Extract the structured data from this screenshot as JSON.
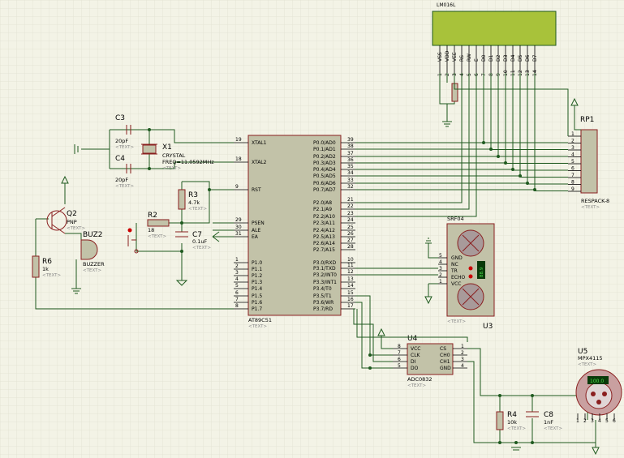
{
  "lcd": {
    "ref": "LM016L",
    "text_hint": "<TEXT>",
    "pins": [
      "VSS",
      "VDD",
      "VEE",
      "RS",
      "RW",
      "E",
      "D0",
      "D1",
      "D2",
      "D3",
      "D4",
      "D5",
      "D6",
      "D7"
    ],
    "pin_numbers": [
      "1",
      "2",
      "3",
      "4",
      "5",
      "6",
      "7",
      "8",
      "9",
      "10",
      "11",
      "12",
      "13",
      "14"
    ],
    "color": "#a8c23a"
  },
  "mcu": {
    "ref": "AT89C51",
    "text_hint": "<TEXT>",
    "left_pins": [
      {
        "num": "19",
        "name": "XTAL1"
      },
      {
        "num": "18",
        "name": "XTAL2"
      },
      {
        "num": "9",
        "name": "RST"
      },
      {
        "num": "29",
        "name": "PSEN"
      },
      {
        "num": "30",
        "name": "ALE"
      },
      {
        "num": "31",
        "name": "EA"
      },
      {
        "num": "1",
        "name": "P1.0"
      },
      {
        "num": "2",
        "name": "P1.1"
      },
      {
        "num": "3",
        "name": "P1.2"
      },
      {
        "num": "4",
        "name": "P1.3"
      },
      {
        "num": "5",
        "name": "P1.4"
      },
      {
        "num": "6",
        "name": "P1.5"
      },
      {
        "num": "7",
        "name": "P1.6"
      },
      {
        "num": "8",
        "name": "P1.7"
      }
    ],
    "right_pins": [
      {
        "num": "39",
        "name": "P0.0/AD0"
      },
      {
        "num": "38",
        "name": "P0.1/AD1"
      },
      {
        "num": "37",
        "name": "P0.2/AD2"
      },
      {
        "num": "36",
        "name": "P0.3/AD3"
      },
      {
        "num": "35",
        "name": "P0.4/AD4"
      },
      {
        "num": "34",
        "name": "P0.5/AD5"
      },
      {
        "num": "33",
        "name": "P0.6/AD6"
      },
      {
        "num": "32",
        "name": "P0.7/AD7"
      },
      {
        "num": "21",
        "name": "P2.0/A8"
      },
      {
        "num": "22",
        "name": "P2.1/A9"
      },
      {
        "num": "23",
        "name": "P2.2/A10"
      },
      {
        "num": "24",
        "name": "P2.3/A11"
      },
      {
        "num": "25",
        "name": "P2.4/A12"
      },
      {
        "num": "26",
        "name": "P2.5/A13"
      },
      {
        "num": "27",
        "name": "P2.6/A14"
      },
      {
        "num": "28",
        "name": "P2.7/A15"
      },
      {
        "num": "10",
        "name": "P3.0/RXD"
      },
      {
        "num": "11",
        "name": "P3.1/TXD"
      },
      {
        "num": "12",
        "name": "P3.2/INT0"
      },
      {
        "num": "13",
        "name": "P3.3/INT1"
      },
      {
        "num": "14",
        "name": "P3.4/T0"
      },
      {
        "num": "15",
        "name": "P3.5/T1"
      },
      {
        "num": "16",
        "name": "P3.6/WR"
      },
      {
        "num": "17",
        "name": "P3.7/RD"
      }
    ]
  },
  "parts": {
    "c3": {
      "ref": "C3",
      "value": "20pF",
      "hint": "<TEXT>"
    },
    "c4": {
      "ref": "C4",
      "value": "20pF",
      "hint": "<TEXT>"
    },
    "x1": {
      "ref": "X1",
      "value": "CRYSTAL",
      "value2": "FREQ=11.0592MHz",
      "hint": "<TEXT>"
    },
    "r3": {
      "ref": "R3",
      "value": "4.7k",
      "hint": "<TEXT>"
    },
    "r2": {
      "ref": "R2",
      "value": "18",
      "hint": "<TEXT>"
    },
    "c7": {
      "ref": "C7",
      "value": "0.1uF",
      "hint": "<TEXT>"
    },
    "q2": {
      "ref": "Q2",
      "value": "PNP",
      "hint": "<TEXT>"
    },
    "buz2": {
      "ref": "BUZ2",
      "value": "BUZZER",
      "hint": "<TEXT>"
    },
    "r6": {
      "ref": "R6",
      "value": "1k",
      "hint": "<TEXT>"
    },
    "rp1": {
      "ref": "RP1",
      "value": "RESPACK-8",
      "hint": "<TEXT>",
      "pins": [
        "1",
        "2",
        "3",
        "4",
        "5",
        "6",
        "7",
        "8",
        "9"
      ]
    },
    "srf": {
      "ref": "SRF04",
      "label": "U3",
      "hint": "<TEXT>",
      "pins": [
        {
          "num": "5",
          "name": "GND"
        },
        {
          "num": "4",
          "name": "NC"
        },
        {
          "num": "3",
          "name": "TR"
        },
        {
          "num": "2",
          "name": "ECHO"
        },
        {
          "num": "1",
          "name": "VCC"
        }
      ],
      "badge": "88.9"
    },
    "u4": {
      "ref": "U4",
      "value": "ADC0832",
      "hint": "<TEXT>",
      "left_pins": [
        {
          "num": "8",
          "name": "VCC"
        },
        {
          "num": "7",
          "name": "CLK"
        },
        {
          "num": "6",
          "name": "DI"
        },
        {
          "num": "5",
          "name": "DO"
        }
      ],
      "right_pins": [
        {
          "num": "1",
          "name": "CS"
        },
        {
          "num": "2",
          "name": "CH0"
        },
        {
          "num": "3",
          "name": "CH1"
        },
        {
          "num": "4",
          "name": "GND"
        }
      ]
    },
    "u5": {
      "ref": "U5",
      "value": "MPX4115",
      "hint": "<TEXT>",
      "badge": "100.0",
      "pins": [
        "1",
        "2",
        "3",
        "4",
        "5",
        "6"
      ]
    },
    "r4": {
      "ref": "R4",
      "value": "10k",
      "hint": "<TEXT>"
    },
    "c8": {
      "ref": "C8",
      "value": "1nF",
      "hint": "<TEXT>"
    }
  },
  "colors": {
    "background": "#f3f3e6",
    "wire": "#1f5a1f",
    "part": "#8a1f1f",
    "fill": "#c2c2a8",
    "lcd": "#a8c23a",
    "display": "#0a3a0a"
  }
}
